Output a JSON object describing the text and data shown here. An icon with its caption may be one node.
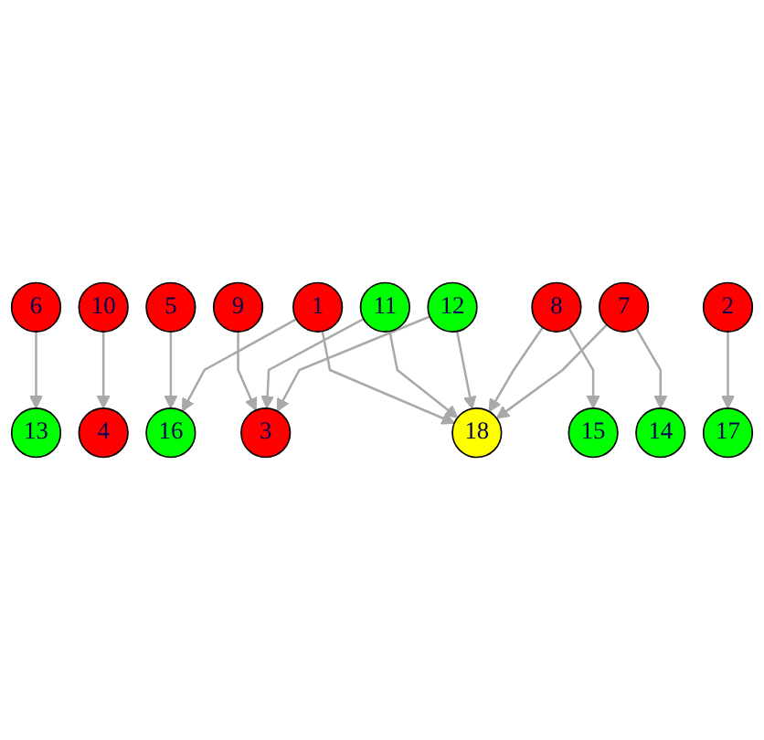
{
  "diagram": {
    "nodes": [
      {
        "text": [
          "6"
        ]
      },
      {
        "text": [
          "13"
        ]
      },
      {
        "text": [
          "4"
        ]
      },
      {
        "text": [
          "10"
        ]
      },
      {
        "text": [
          "9"
        ]
      },
      {
        "text": [
          "5"
        ]
      },
      {
        "text": [
          "16"
        ]
      },
      {
        "text": [
          "3"
        ]
      },
      {
        "text": [
          "1"
        ]
      },
      {
        "text": [
          "11"
        ]
      },
      {
        "text": [
          "2"
        ]
      },
      {
        "text": [
          "12"
        ]
      },
      {
        "text": [
          "17"
        ]
      },
      {
        "text": [
          "18"
        ]
      },
      {
        "text": [
          "8"
        ]
      },
      {
        "text": [
          "15"
        ]
      },
      {
        "text": [
          "7"
        ]
      },
      {
        "text": [
          "14"
        ]
      }
    ],
    "edges": [
      {
        "from": 0,
        "to": 1,
        "arrow": "to"
      },
      {
        "from": 3,
        "to": 2,
        "arrow": "to"
      },
      {
        "from": 4,
        "to": 7,
        "arrow": "to"
      },
      {
        "from": 5,
        "to": 6,
        "arrow": "to"
      },
      {
        "from": 8,
        "to": 6,
        "arrow": "to"
      },
      {
        "from": 8,
        "to": 13,
        "arrow": "to"
      },
      {
        "from": 9,
        "to": 7,
        "arrow": "to"
      },
      {
        "from": 9,
        "to": 13,
        "arrow": "to"
      },
      {
        "from": 11,
        "to": 7,
        "arrow": "to"
      },
      {
        "from": 11,
        "to": 13,
        "arrow": "to"
      },
      {
        "from": 10,
        "to": 12,
        "arrow": "to"
      },
      {
        "from": 14,
        "to": 13,
        "arrow": "to"
      },
      {
        "from": 14,
        "to": 15,
        "arrow": "to"
      },
      {
        "from": 16,
        "to": 13,
        "arrow": "to"
      },
      {
        "from": 16,
        "to": 17,
        "arrow": "to"
      }
    ]
  }
}
